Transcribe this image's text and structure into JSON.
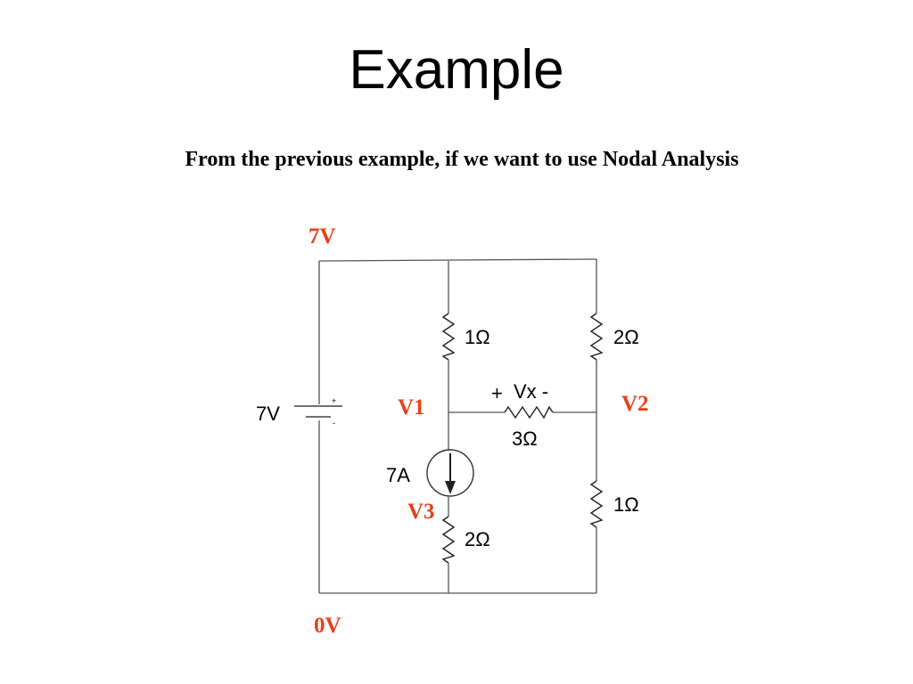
{
  "slide": {
    "title": "Example",
    "subtitle": "From the previous example, if we want to use Nodal Analysis"
  },
  "nodes": {
    "top": "7V",
    "v1": "V1",
    "v2": "V2",
    "v3": "V3",
    "ground": "0V"
  },
  "components": {
    "voltage_source": {
      "label": "7V",
      "plus": "+",
      "minus": "-"
    },
    "r_top_left": "1Ω",
    "r_top_right": "2Ω",
    "r_middle": "3Ω",
    "vx_plus": "+",
    "vx_label": "Vx -",
    "current_source": "7A",
    "r_bottom_left": "2Ω",
    "r_bottom_right": "1Ω"
  },
  "colors": {
    "node_label": "#e8401c",
    "wire": "#555555",
    "text": "#000000"
  }
}
